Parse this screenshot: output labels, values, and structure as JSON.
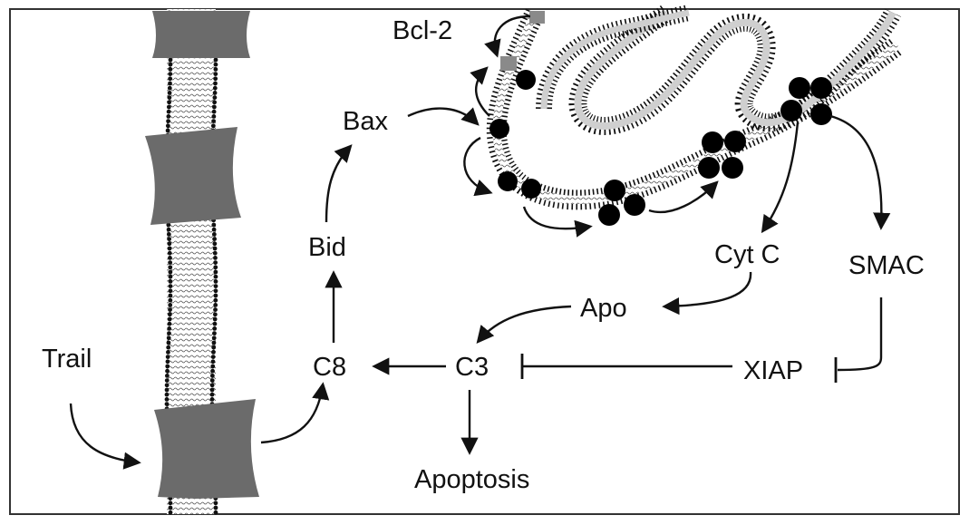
{
  "diagram": {
    "labels": {
      "trail": "Trail",
      "c8": "C8",
      "bid": "Bid",
      "bax": "Bax",
      "bcl2": "Bcl-2",
      "cytc": "Cyt C",
      "smac": "SMAC",
      "apo": "Apo",
      "c3": "C3",
      "xiap": "XIAP",
      "apoptosis": "Apoptosis"
    },
    "colors": {
      "line": "#111111",
      "receptor": "#6b6b6b",
      "lipid_head": "#111111",
      "protein_dot": "#000000",
      "bcl2_square": "#8a8a8a",
      "border": "#333333"
    }
  }
}
